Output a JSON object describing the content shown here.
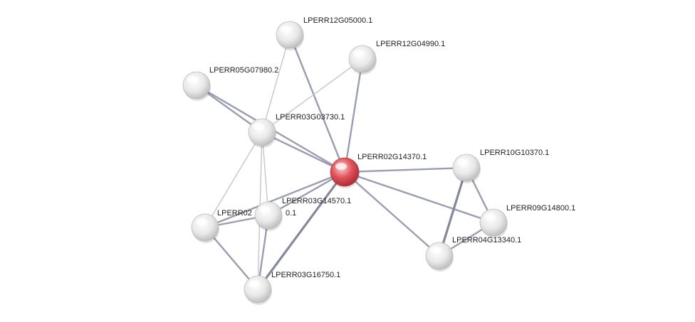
{
  "network": {
    "nodes": [
      {
        "id": "n12g05000",
        "label": "LPERR12G05000.1",
        "query": false
      },
      {
        "id": "n12g04990",
        "label": "LPERR12G04990.1",
        "query": false
      },
      {
        "id": "n05g07980",
        "label": "LPERR05G07980.2",
        "query": false
      },
      {
        "id": "n03g03730",
        "label": "LPERR03G03730.1",
        "query": false
      },
      {
        "id": "n02g14370",
        "label": "LPERR02G14370.1",
        "query": true
      },
      {
        "id": "n10g10370",
        "label": "LPERR10G10370.1",
        "query": false
      },
      {
        "id": "n09g14800",
        "label": "LPERR09G14800.1",
        "query": false
      },
      {
        "id": "n04g13340",
        "label": "LPERR04G13340.1",
        "query": false
      },
      {
        "id": "n02g_partial",
        "label": "LPERR02",
        "label_suffix": "0.1",
        "query": false
      },
      {
        "id": "n03g14570",
        "label": "LPERR03G14570.1",
        "query": false
      },
      {
        "id": "n03g16750",
        "label": "LPERR03G16750.1",
        "query": false
      }
    ],
    "edges": [
      {
        "source": "n12g05000",
        "target": "n02g14370",
        "strength": "medium"
      },
      {
        "source": "n12g05000",
        "target": "n03g03730",
        "strength": "weak"
      },
      {
        "source": "n12g04990",
        "target": "n02g14370",
        "strength": "medium"
      },
      {
        "source": "n12g04990",
        "target": "n03g03730",
        "strength": "weak"
      },
      {
        "source": "n05g07980",
        "target": "n03g03730",
        "strength": "medium"
      },
      {
        "source": "n05g07980",
        "target": "n02g14370",
        "strength": "medium"
      },
      {
        "source": "n03g03730",
        "target": "n02g14370",
        "strength": "medium"
      },
      {
        "source": "n03g03730",
        "target": "n02g_partial",
        "strength": "weak"
      },
      {
        "source": "n03g03730",
        "target": "n03g14570",
        "strength": "weak"
      },
      {
        "source": "n03g03730",
        "target": "n03g16750",
        "strength": "weak"
      },
      {
        "source": "n02g14370",
        "target": "n10g10370",
        "strength": "medium"
      },
      {
        "source": "n02g14370",
        "target": "n09g14800",
        "strength": "medium"
      },
      {
        "source": "n02g14370",
        "target": "n04g13340",
        "strength": "medium"
      },
      {
        "source": "n02g14370",
        "target": "n02g_partial",
        "strength": "medium"
      },
      {
        "source": "n02g14370",
        "target": "n03g14570",
        "strength": "medium"
      },
      {
        "source": "n02g14370",
        "target": "n03g16750",
        "strength": "strong"
      },
      {
        "source": "n10g10370",
        "target": "n04g13340",
        "strength": "strong"
      },
      {
        "source": "n10g10370",
        "target": "n09g14800",
        "strength": "medium"
      },
      {
        "source": "n09g14800",
        "target": "n04g13340",
        "strength": "medium"
      },
      {
        "source": "n02g_partial",
        "target": "n03g14570",
        "strength": "medium"
      },
      {
        "source": "n02g_partial",
        "target": "n03g16750",
        "strength": "medium"
      },
      {
        "source": "n03g14570",
        "target": "n03g16750",
        "strength": "medium"
      }
    ],
    "colors": {
      "query_node": "#e0535a",
      "node": "#e6e6e6",
      "edge_weak": "#c4c6cc",
      "edge_medium": "#9a9daf",
      "edge_strong": "#848899"
    }
  }
}
